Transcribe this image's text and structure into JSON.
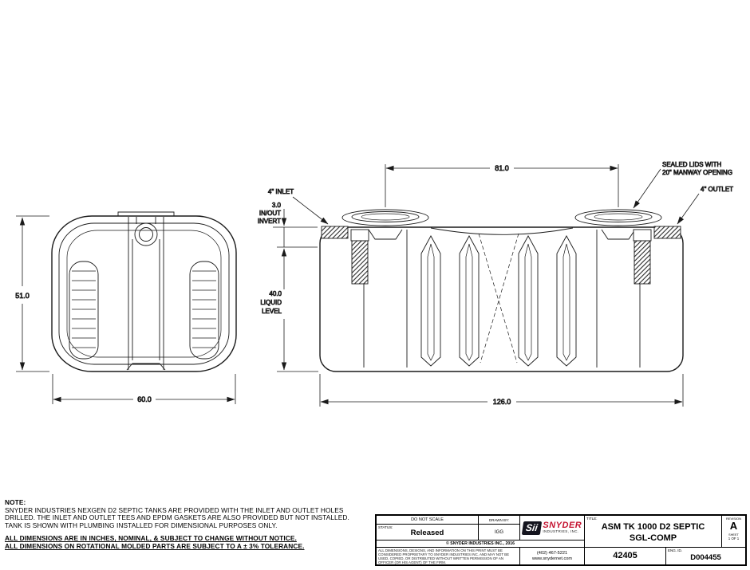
{
  "colors": {
    "line": "#1a1a1a",
    "logo_red": "#c41230"
  },
  "drawing": {
    "dims": {
      "end_height": "51.0",
      "end_width": "60.0",
      "lid_spacing": "81.0",
      "overall_length": "126.0",
      "liquid_level": {
        "value": "40.0",
        "line1": "LIQUID",
        "line2": "LEVEL"
      },
      "invert": {
        "value": "3.0",
        "line1": "IN/OUT",
        "line2": "INVERT"
      }
    },
    "callouts": {
      "inlet": "4\" INLET",
      "outlet": "4\" OUTLET",
      "sealed_lids_line1": "SEALED LIDS WITH",
      "sealed_lids_line2": "20\" MANWAY OPENING"
    }
  },
  "notes": {
    "heading": "NOTE:",
    "line1": "SNYDER INDUSTRIES NEXGEN D2 SEPTIC TANKS ARE PROVIDED WITH THE INLET AND OUTLET HOLES",
    "line2": "DRILLED.  THE INLET AND OUTLET TEES AND EPDM GASKETS ARE ALSO PROVIDED BUT NOT INSTALLED.",
    "line3": "TANK IS SHOWN WITH PLUMBING INSTALLED FOR DIMENSIONAL PURPOSES ONLY.",
    "bold1": "ALL DIMENSIONS ARE IN INCHES, NOMINAL, & SUBJECT TO CHANGE WITHOUT NOTICE.",
    "bold2": "ALL DIMENSIONS ON ROTATIONAL MOLDED PARTS ARE SUBJECT TO A ± 3% TOLERANCE."
  },
  "title_block": {
    "do_not_scale": "DO NOT SCALE",
    "status_label": "STATUS:",
    "status_value": "Released",
    "drawn_by_label": "DRAWN BY:",
    "drawn_by_value": "IGG",
    "copyright": "© SNYDER INDUSTRIES INC., 2016",
    "title_label": "TITLE:",
    "title_line1": "ASM TK 1000 D2 SEPTIC",
    "title_line2": "SGL-COMP",
    "revision_label": "REVISION",
    "revision_value": "A",
    "sheet_label": "SHEET",
    "sheet_value": "1 OF 1",
    "legal": "ALL DIMENSIONS, DESIGNS, AND INFORMATION ON THIS PRINT MUST BE CONSIDERED PROPRIETARY TO SNYDER INDUSTRIES INC. AND MAY NOT BE USED, COPIED, OR DISTRIBUTED WITHOUT WRITTEN PERMISSION OF AN OFFICER (OR HIS AGENT) OF THE FIRM.",
    "phone": "(402) 467-5221",
    "website": "www.snydernet.com",
    "part_number": "42405",
    "eng_id_label": "ENG. ID.",
    "eng_id_value": "D004455",
    "logo": {
      "mark": "Sii",
      "name": "SNYDER",
      "subtitle": "INDUSTRIES, INC."
    }
  }
}
